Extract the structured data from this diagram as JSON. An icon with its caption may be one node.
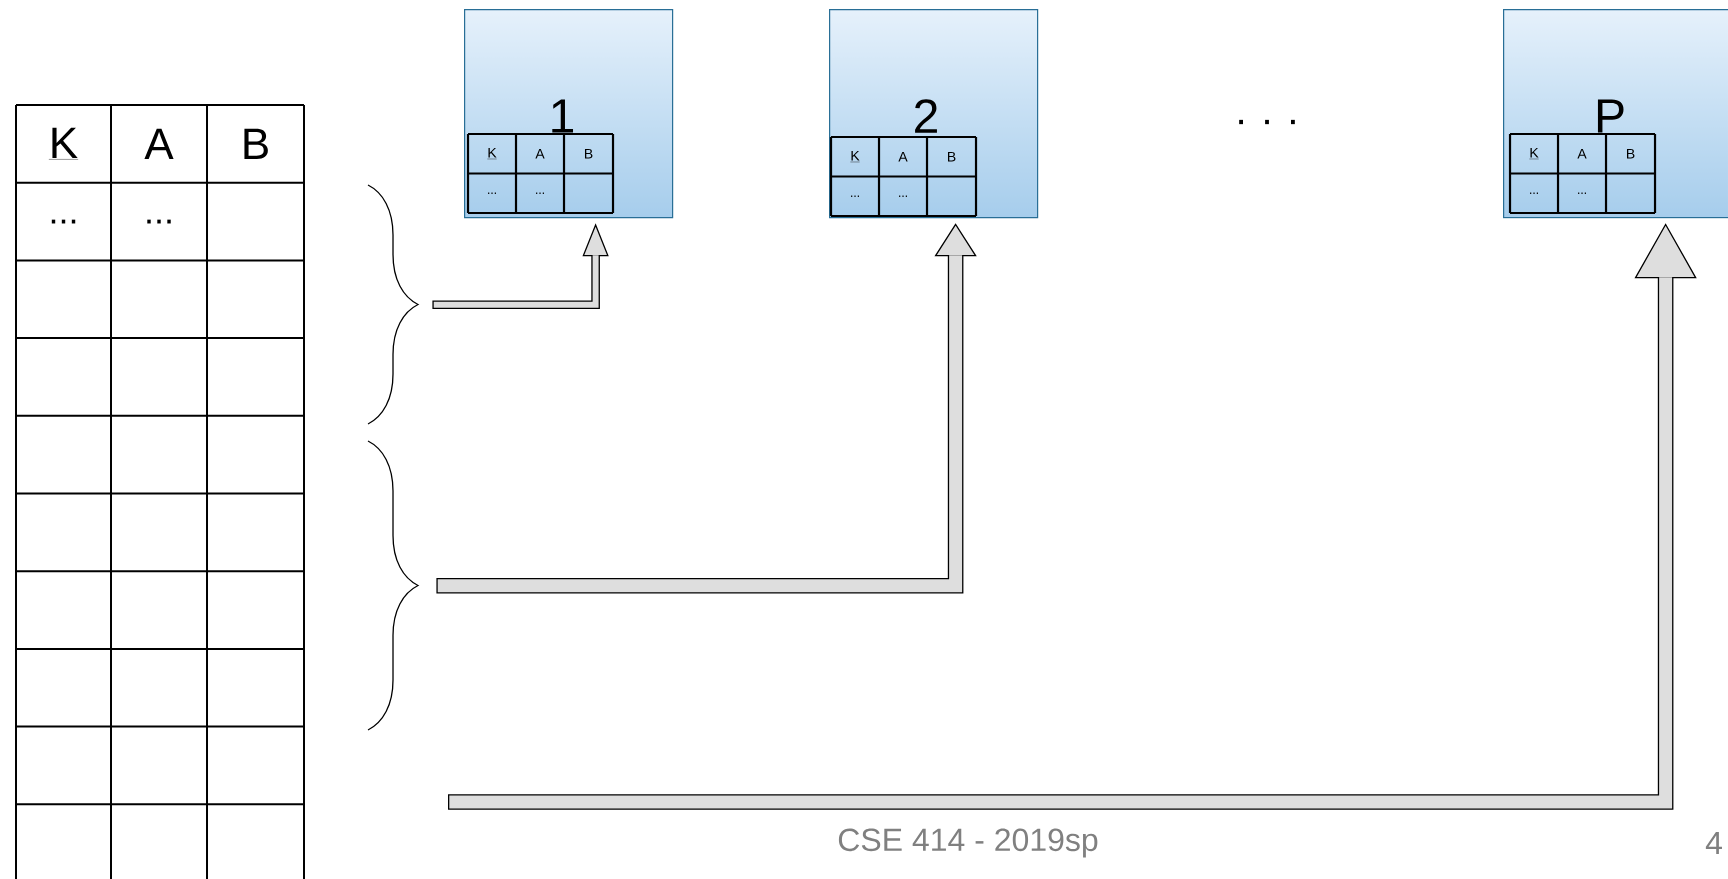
{
  "diagram": {
    "nodes": [
      {
        "text": [
          "K",
          "A",
          "B",
          "...",
          "..."
        ]
      },
      {
        "text": [],
        "shape": "brace"
      },
      {
        "text": [],
        "shape": "brace"
      },
      {
        "text": [
          "1"
        ]
      },
      {
        "text": [
          "K",
          "A",
          "B",
          "...",
          "..."
        ],
        "in": 3
      },
      {
        "text": [
          "2"
        ]
      },
      {
        "text": [
          "K",
          "A",
          "B",
          "...",
          "..."
        ],
        "in": 5
      },
      {
        "text": [
          "P"
        ]
      },
      {
        "text": [
          "K",
          "A",
          "B",
          "...",
          "..."
        ],
        "in": 7
      }
    ],
    "edges": [
      {
        "from": 1,
        "to": 3,
        "arrow": "to"
      },
      {
        "from": 2,
        "to": 5,
        "arrow": "to"
      },
      {
        "from": null,
        "to": 7,
        "arrow": "to"
      }
    ],
    "labels": [
      ". . .",
      "CSE 414 - 2019sp",
      "4"
    ]
  }
}
